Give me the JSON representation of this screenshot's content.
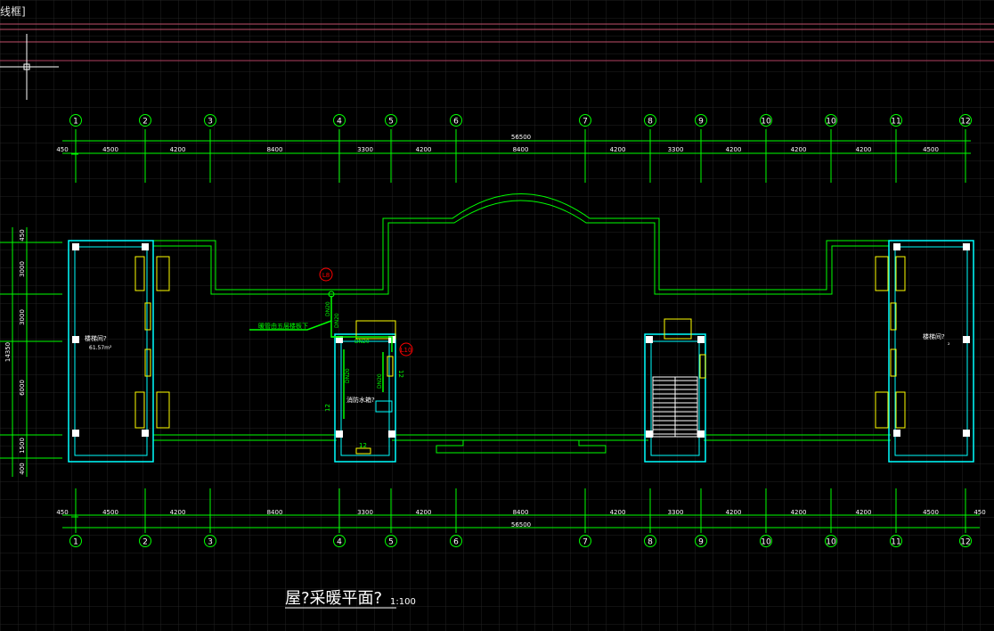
{
  "viewport": {
    "tab_label": "线框]",
    "cursor": "crosshair-cursor"
  },
  "drawing": {
    "title": "屋?采暖平面?",
    "scale": "1:100",
    "axis_top": [
      "1",
      "2",
      "3",
      "4",
      "5",
      "6",
      "7",
      "8",
      "9",
      "10",
      "10",
      "11",
      "12"
    ],
    "axis_bottom": [
      "1",
      "2",
      "3",
      "4",
      "5",
      "6",
      "7",
      "8",
      "9",
      "10",
      "10",
      "11",
      "12"
    ],
    "dims_top": [
      "450",
      "4500",
      "4200",
      "8400",
      "3300",
      "4200",
      "8400",
      "4200",
      "3300",
      "4200",
      "4200",
      "4200",
      "4500"
    ],
    "dims_bottom": [
      "450",
      "4500",
      "4200",
      "8400",
      "3300",
      "4200",
      "8400",
      "4200",
      "3300",
      "4200",
      "4200",
      "4200",
      "4500",
      "450"
    ],
    "overall_dim": "56500",
    "overall_dim_bottom": "56500",
    "dims_left": [
      "450",
      "3000",
      "3000",
      "6000",
      "1500",
      "400"
    ],
    "dims_left_total": "14350",
    "left_room_label": "楼梯间?",
    "left_room_area": "61.57m²",
    "right_room_label": "楼梯间?",
    "right_room_mark": "²",
    "center_room_label": "消防水箱?",
    "pipe_note": "暖管由五层楼板下",
    "riser_l8": "L8",
    "riser_l10": "L10",
    "pipe_dn1": "DN20",
    "pipe_dn2": "DN20",
    "pipe_dn3": "DN20",
    "pipe_dn4": "DN20",
    "pipe_dn5": "DN20",
    "num_12a": "12",
    "num_12b": "12",
    "num_12c": "12"
  },
  "colors": {
    "background": "#000000",
    "grid": "#1f1f1f",
    "axis": "#00ff00",
    "wall": "#00ffff",
    "outline": "#00ff00",
    "window": "#ffff00",
    "riser": "#ff0000",
    "marker": "#ff0000",
    "text": "#ffffff"
  }
}
